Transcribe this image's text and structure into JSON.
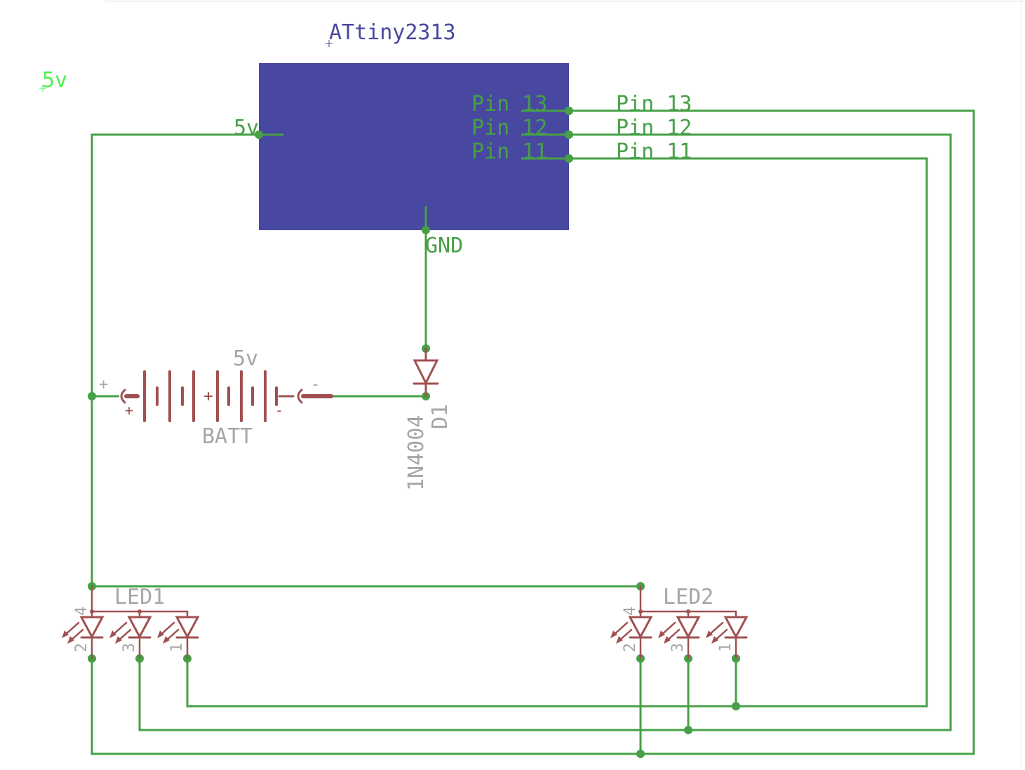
{
  "ic": {
    "name": "ATtiny2313",
    "body_color": "#4848a0"
  },
  "pins": {
    "vcc": "5v",
    "gnd": "GND",
    "p13": "Pin 13",
    "p12": "Pin 12",
    "p11": "Pin 11"
  },
  "nets": {
    "p13": "Pin 13",
    "p12": "Pin 12",
    "p11": "Pin 11"
  },
  "supply_label": "5v",
  "battery": {
    "name": "BATT",
    "value": "5v",
    "plus": "+",
    "minus": "-"
  },
  "diode": {
    "name": "D1",
    "value": "1N4004"
  },
  "leds": [
    {
      "name": "LED1",
      "pins": [
        "4",
        "2",
        "3",
        "1"
      ]
    },
    {
      "name": "LED2",
      "pins": [
        "4",
        "2",
        "3",
        "1"
      ]
    }
  ],
  "colors": {
    "wire": "#46a046",
    "part": "#a05050",
    "label": "#a6a6a6",
    "supply": "#4ff04f"
  }
}
